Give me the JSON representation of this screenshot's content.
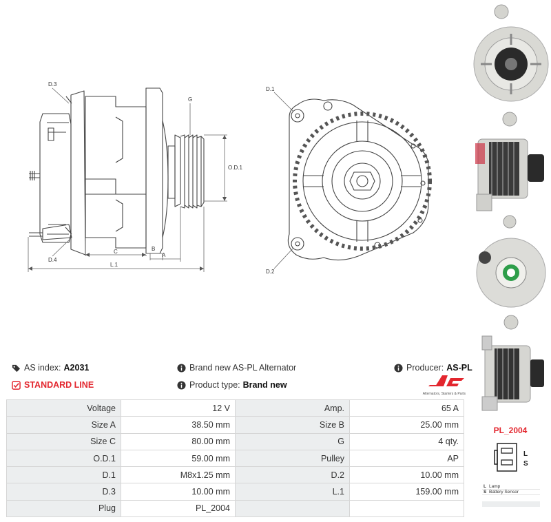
{
  "drawing_labels": {
    "d3": "D.3",
    "d4": "D.4",
    "g": "G",
    "od1": "O.D.1",
    "c": "C",
    "b": "B",
    "a": "A",
    "l1": "L.1",
    "d1": "D.1",
    "d2": "D.2"
  },
  "info": {
    "as_index_label": "AS index:",
    "as_index_value": "A2031",
    "description": "Brand new AS-PL Alternator",
    "producer_label": "Producer:",
    "producer_value": "AS-PL",
    "line": "STANDARD LINE",
    "product_type_label": "Product type:",
    "product_type_value": "Brand new"
  },
  "logo": {
    "text": "AS",
    "subtitle": "Alternators, Starters & Parts"
  },
  "specs": [
    [
      "Voltage",
      "12 V",
      "Amp.",
      "65 A"
    ],
    [
      "Size A",
      "38.50 mm",
      "Size B",
      "25.00 mm"
    ],
    [
      "Size C",
      "80.00 mm",
      "G",
      "4 qty."
    ],
    [
      "O.D.1",
      "59.00 mm",
      "Pulley",
      "AP"
    ],
    [
      "D.1",
      "M8x1.25 mm",
      "D.2",
      "10.00 mm"
    ],
    [
      "D.3",
      "10.00 mm",
      "L.1",
      "159.00 mm"
    ],
    [
      "Plug",
      "PL_2004",
      "",
      ""
    ]
  ],
  "plug": {
    "title": "PL_2004",
    "pin_l": "L",
    "pin_s": "S",
    "legend": [
      {
        "code": "L",
        "name": "Lamp"
      },
      {
        "code": "S",
        "name": "Battery Sensor"
      }
    ]
  },
  "colors": {
    "accent": "#e3262e",
    "line": "#444444",
    "table_key_bg": "#eceeef"
  }
}
